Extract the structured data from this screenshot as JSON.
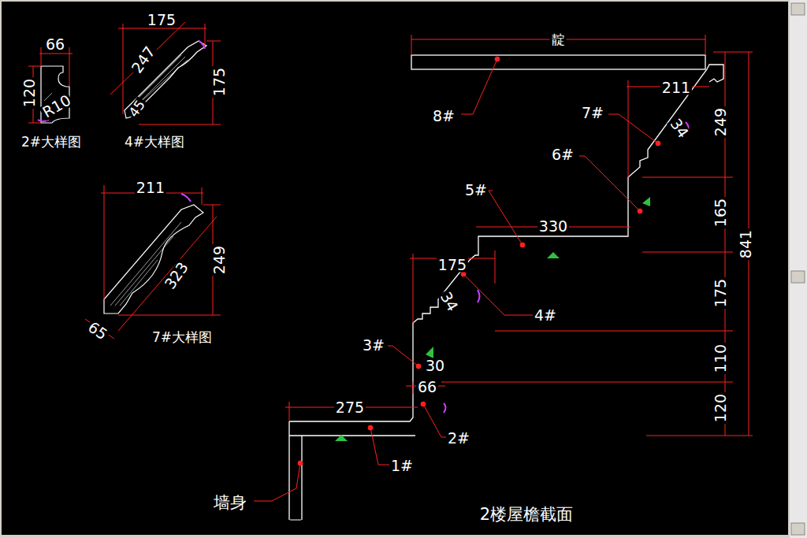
{
  "diagram": {
    "caption": "2楼屋檐截面",
    "labels": [
      "66",
      "120",
      "R10",
      "2#大样图",
      "175",
      "247",
      "45",
      "175",
      "4#大样图",
      "211",
      "249",
      "323",
      "65",
      "7#大样图",
      "靛",
      "211",
      "8#",
      "7#",
      "34",
      "249",
      "6#",
      "5#",
      "330",
      "165",
      "841",
      "175",
      "175",
      "34",
      "4#",
      "3#",
      "30",
      "110",
      "66",
      "275",
      "2#",
      "120",
      "1#",
      "墙身"
    ]
  }
}
